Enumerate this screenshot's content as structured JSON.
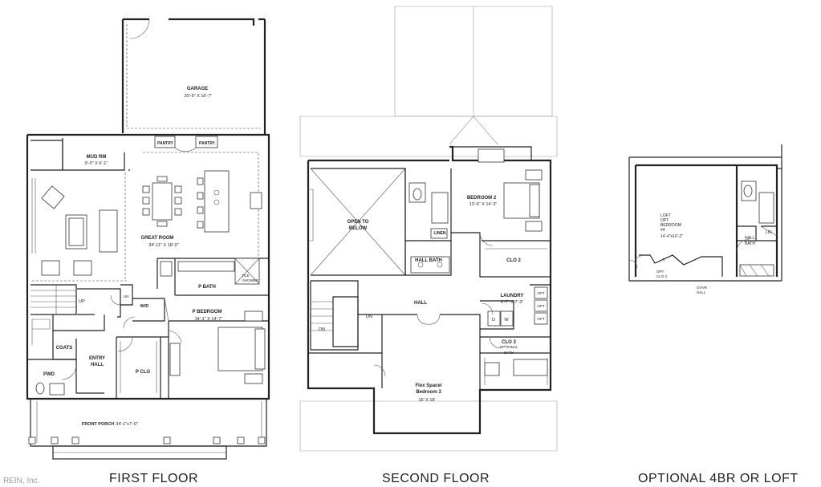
{
  "watermark": "REIN, Inc.",
  "captions": {
    "first": "FIRST FLOOR",
    "second": "SECOND FLOOR",
    "optional": "OPTIONAL 4BR OR LOFT"
  },
  "first_floor": {
    "garage": "GARAGE",
    "garage_dim": "20'-9\" X 16'-7\"",
    "pantry1": "PANTRY",
    "pantry2": "PANTRY",
    "mud": "MUD RM",
    "mud_dim": "9'-0\" X 6'-1\"",
    "great": "GREAT ROOM",
    "great_dim": "34'-11\" X 18'-0\"",
    "pbath": "P BATH",
    "tile": "TILE",
    "shower": "SHOWER",
    "pbed": "P BEDROOM",
    "pbed_dim": "14'-1\" X 14'-7\"",
    "lin": "LIN",
    "wd": "W/D",
    "up": "UP",
    "coats": "COATS",
    "entry1": "ENTRY",
    "entry2": "HALL",
    "pclo": "P CLO",
    "pwd": "PWD",
    "porch": "FRONT PORCH",
    "porch_dim": "34'-1\"x7'-0\""
  },
  "second_floor": {
    "open1": "OPEN TO",
    "open2": "BELOW",
    "bed2": "BEDROOM 2",
    "bed2_dim": "13'-6\" X 14'-3\"",
    "linen": "LINEN",
    "hallbath": "HALL BATH",
    "clo2": "CLO 2",
    "laundry": "LAUNDRY",
    "laundry_dim": "9'-7\" X 7'-3\"",
    "opt1": "OPT",
    "opt2": "OPT",
    "opt3": "OPT",
    "d": "D",
    "w": "W",
    "hall": "HALL",
    "dn1": "DN",
    "dn2": "DN",
    "clo3": "CLO 3",
    "optbath1": "OPTIONAL",
    "optbath2": "BATH",
    "flex1": "Flex Space/",
    "flex2": "Bedroom 3",
    "flex_dim": "15' X 18'"
  },
  "optional_plan": {
    "loft1": "LOFT",
    "loft2": "OPT",
    "loft3": "BEDROOM",
    "loft4": "#4",
    "loft_dim": "14'-4\"x10'-2\"",
    "hall1": "HALL",
    "hall2": "BATH",
    "lin": "LIN",
    "t": "T",
    "optclo1": "OPT",
    "optclo2": "CLO 3",
    "stair1": "STAIR",
    "stair2": "HALL"
  }
}
